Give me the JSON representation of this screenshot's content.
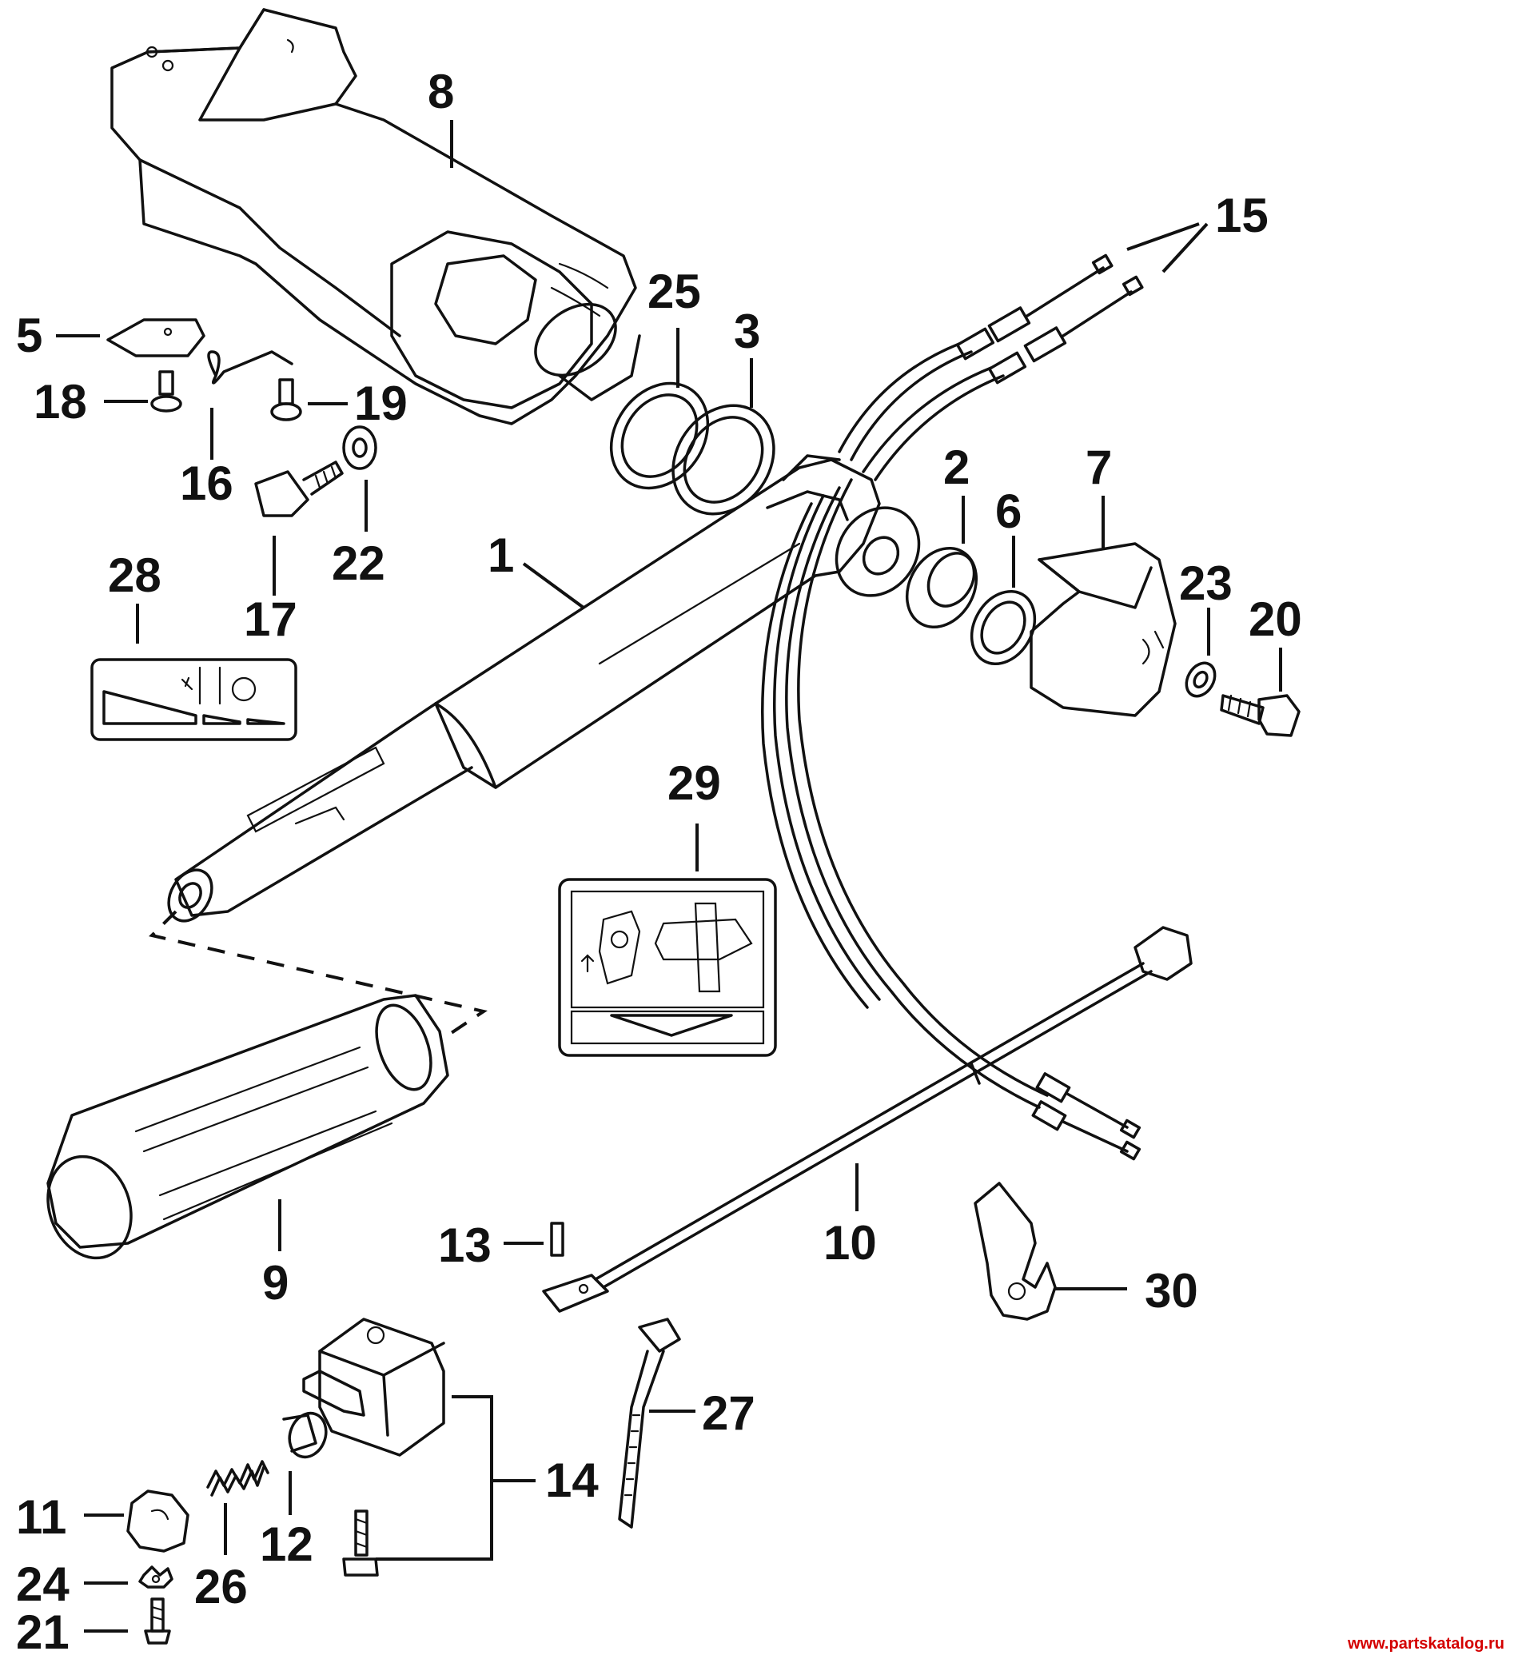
{
  "callouts": {
    "c1": "1",
    "c2": "2",
    "c3": "3",
    "c5": "5",
    "c6": "6",
    "c7": "7",
    "c8": "8",
    "c9": "9",
    "c10": "10",
    "c11": "11",
    "c12": "12",
    "c13": "13",
    "c14": "14",
    "c15": "15",
    "c16": "16",
    "c17": "17",
    "c18": "18",
    "c19": "19",
    "c20": "20",
    "c21": "21",
    "c22": "22",
    "c23": "23",
    "c24": "24",
    "c25": "25",
    "c26": "26",
    "c27": "27",
    "c28": "28",
    "c29": "29",
    "c30": "30"
  },
  "watermark": "www.partskatalog.ru"
}
